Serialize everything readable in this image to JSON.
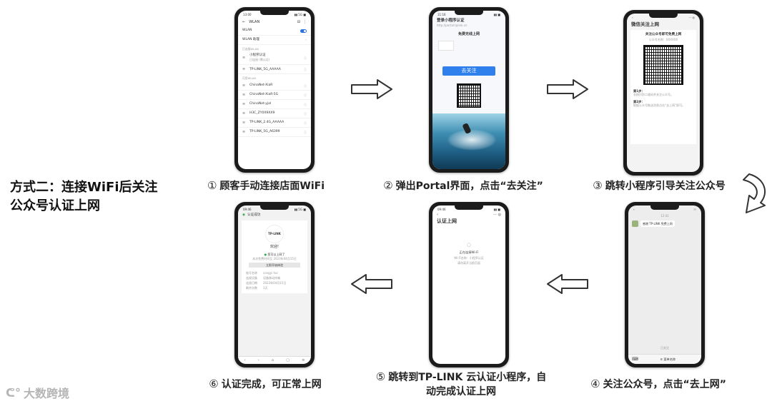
{
  "method_title": "方式二：连接WiFi后关注公众号认证上网",
  "steps": [
    {
      "num": "①",
      "text": "顾客手动连接店面WiFi"
    },
    {
      "num": "②",
      "text": "弹出Portal界面，点击“去关注”"
    },
    {
      "num": "③",
      "text": "跳转小程序引导关注公众号"
    },
    {
      "num": "④",
      "text": "关注公众号，点击“去上网”"
    },
    {
      "num": "⑤",
      "text": "跳转到TP-LINK 云认证小程序，自动完成认证上网"
    },
    {
      "num": "⑥",
      "text": "认证完成，可正常上网"
    }
  ],
  "watermark": "大数跨境",
  "phone1": {
    "header": "WLAN",
    "wlan_label": "WLAN",
    "wlan_plus": "WLAN 助理",
    "connected_h": "已连接WLAN",
    "connected": [
      {
        "name": "小程序认证",
        "sub": "已连接 (需认证)"
      },
      {
        "name": "TP-LINK_5G_AAAAA",
        "sub": ""
      }
    ],
    "available_h": "可用WLAN",
    "networks": [
      "ChinaNet-XiaR",
      "ChinaNet-XiaR-5G",
      "ChinaNet-yjol",
      "H3C_ZY0X9XX9",
      "TP-LINK_2.4G_AAAAA",
      "TP-LINK_5G_A6399"
    ]
  },
  "phone2": {
    "title": "登录小程序认证",
    "url": "http://portal.tplink.cn",
    "welcome": "免费无线上网",
    "button": "去关注"
  },
  "phone3": {
    "title": "微信关注上网",
    "heading": "关注公众号即可免费上网",
    "sub": "公众号名称：XXXXXX",
    "step1_label": "第1步：",
    "step1_text": "长按识别二维码并关注公众号。",
    "step2_label": "第2步：",
    "step2_text": "根据公众号推送消息点击“去上网”即可。"
  },
  "phone4": {
    "time": "12:41",
    "message": "感谢 TP-LINK 免费上网",
    "subscribed": "已关注",
    "menu": "≡ 菜单名称"
  },
  "phone5": {
    "title": "认证上网",
    "loading": "正在连接Wi-Fi",
    "line1": "Wi-Fi名称：小程序认证",
    "line2": "请勿离开当前页面"
  },
  "phone6": {
    "header": "认证成功",
    "logo": "TP-LINK",
    "welcome": "欢迎!",
    "status": "您可以上网了",
    "expire": "本次免费时间至 2023年04月15日",
    "action": "立即开始体验",
    "details": [
      {
        "k": "账号名称",
        "v": "congyi hui"
      },
      {
        "k": "连接设备",
        "v": "设备移动终端"
      },
      {
        "k": "连接日期",
        "v": "2023年04月15日"
      },
      {
        "k": "剩余次数",
        "v": "1天"
      }
    ]
  }
}
